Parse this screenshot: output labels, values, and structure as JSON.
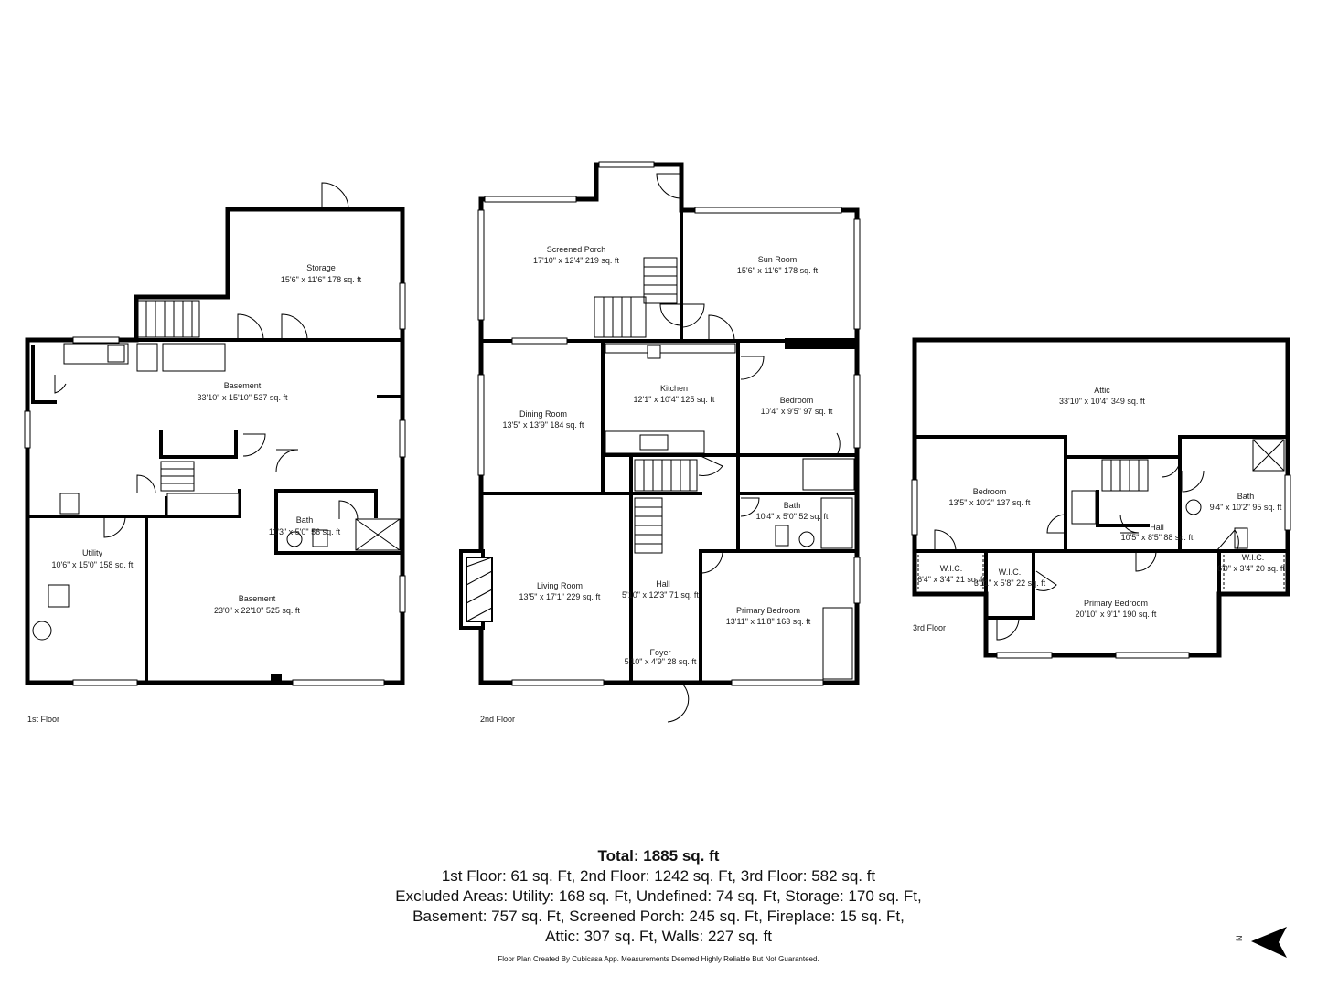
{
  "floors": [
    {
      "label": "1st Floor",
      "rooms": [
        {
          "id": "storage",
          "name": "Storage",
          "dims": "15'6\" x 11'6\" 178 sq. ft"
        },
        {
          "id": "basement-upper",
          "name": "Basement",
          "dims": "33'10\" x 15'10\" 537 sq. ft"
        },
        {
          "id": "bath-1",
          "name": "Bath",
          "dims": "11'3\" x 5'0\" 56 sq. ft"
        },
        {
          "id": "utility",
          "name": "Utility",
          "dims": "10'6\" x 15'0\" 158 sq. ft"
        },
        {
          "id": "basement-lower",
          "name": "Basement",
          "dims": "23'0\" x 22'10\" 525 sq. ft"
        }
      ]
    },
    {
      "label": "2nd Floor",
      "rooms": [
        {
          "id": "screened-porch",
          "name": "Screened Porch",
          "dims": "17'10\" x 12'4\" 219 sq. ft"
        },
        {
          "id": "sun-room",
          "name": "Sun Room",
          "dims": "15'6\" x 11'6\" 178 sq. ft"
        },
        {
          "id": "dining-room",
          "name": "Dining Room",
          "dims": "13'5\" x 13'9\" 184 sq. ft"
        },
        {
          "id": "kitchen",
          "name": "Kitchen",
          "dims": "12'1\" x 10'4\" 125 sq. ft"
        },
        {
          "id": "bedroom-2",
          "name": "Bedroom",
          "dims": "10'4\" x 9'5\" 97 sq. ft"
        },
        {
          "id": "bath-2",
          "name": "Bath",
          "dims": "10'4\" x 5'0\" 52 sq. ft"
        },
        {
          "id": "living-room",
          "name": "Living Room",
          "dims": "13'5\" x 17'1\" 229 sq. ft"
        },
        {
          "id": "hall-2",
          "name": "Hall",
          "dims": "5'10\" x 12'3\" 71 sq. ft"
        },
        {
          "id": "foyer",
          "name": "Foyer",
          "dims": "5'10\" x 4'9\" 28 sq. ft"
        },
        {
          "id": "primary-bedroom-2",
          "name": "Primary Bedroom",
          "dims": "13'11\" x 11'8\" 163 sq. ft"
        }
      ]
    },
    {
      "label": "3rd Floor",
      "rooms": [
        {
          "id": "attic",
          "name": "Attic",
          "dims": "33'10\" x 10'4\" 349 sq. ft"
        },
        {
          "id": "bedroom-3",
          "name": "Bedroom",
          "dims": "13'5\" x 10'2\" 137 sq. ft"
        },
        {
          "id": "bath-3",
          "name": "Bath",
          "dims": "9'4\" x 10'2\" 95 sq. ft"
        },
        {
          "id": "hall-3",
          "name": "Hall",
          "dims": "10'5\" x 8'5\" 88 sq. ft"
        },
        {
          "id": "wic-1",
          "name": "W.I.C.",
          "dims": "6'4\" x 3'4\" 21 sq. ft"
        },
        {
          "id": "wic-2",
          "name": "W.I.C.",
          "dims": "3'11\" x 5'8\" 22 sq. ft"
        },
        {
          "id": "wic-3",
          "name": "W.I.C.",
          "dims": "6'0\" x 3'4\" 20 sq. ft"
        },
        {
          "id": "primary-bedroom-3",
          "name": "Primary Bedroom",
          "dims": "20'10\" x 9'1\" 190 sq. ft"
        }
      ]
    }
  ],
  "summary": {
    "total": "Total: 1885 sq. ft",
    "lines": [
      "1st Floor: 61 sq. Ft, 2nd Floor: 1242 sq. Ft, 3rd Floor: 582 sq. ft",
      "Excluded Areas: Utility: 168 sq. Ft, Undefined: 74 sq. Ft, Storage: 170 sq. Ft,",
      "Basement: 757 sq. Ft, Screened Porch: 245 sq. Ft, Fireplace: 15 sq. Ft,",
      "Attic: 307 sq. Ft, Walls: 227 sq. ft"
    ]
  },
  "credit": "Floor Plan Created By Cubicasa App. Measurements Deemed Highly Reliable But Not Guaranteed.",
  "compass": {
    "label": "N",
    "icon": "north-arrow-icon"
  }
}
